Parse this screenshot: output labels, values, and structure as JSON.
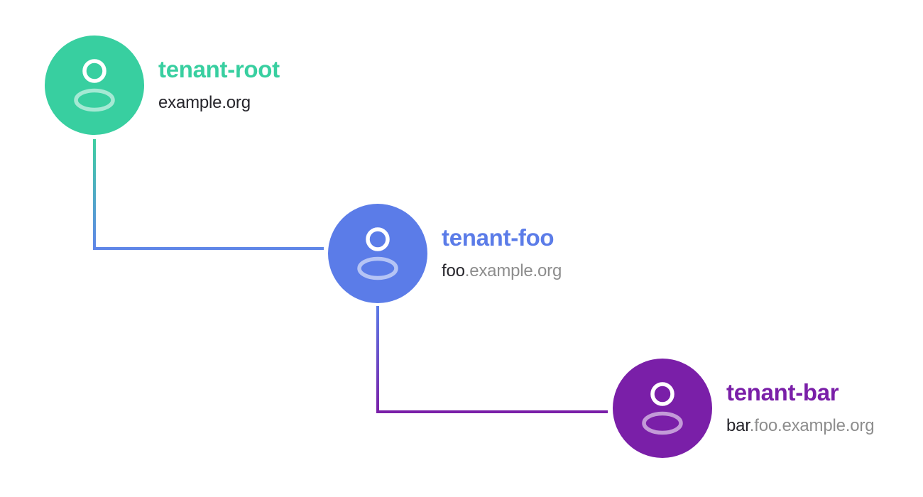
{
  "canvas": {
    "background": "#ffffff"
  },
  "nodes": [
    {
      "name": "tenant-root",
      "domain_primary": "example.org",
      "domain_secondary": "",
      "color": "#38cfa0"
    },
    {
      "name": "tenant-foo",
      "domain_primary": "foo",
      "domain_secondary": ".example.org",
      "color": "#5b7ce8"
    },
    {
      "name": "tenant-bar",
      "domain_primary": "bar",
      "domain_secondary": ".foo.example.org",
      "color": "#7a1fa8"
    }
  ],
  "connectors": [
    {
      "from": "tenant-root",
      "to": "tenant-foo",
      "gradient_start": "#3ecfa0",
      "gradient_end": "#5f86e8"
    },
    {
      "from": "tenant-foo",
      "to": "tenant-bar",
      "gradient_start": "#5b7ce8",
      "gradient_end": "#7a1fa8"
    }
  ],
  "text_colors": {
    "domain_primary": "#26252b",
    "domain_secondary": "#8d8d8d"
  }
}
